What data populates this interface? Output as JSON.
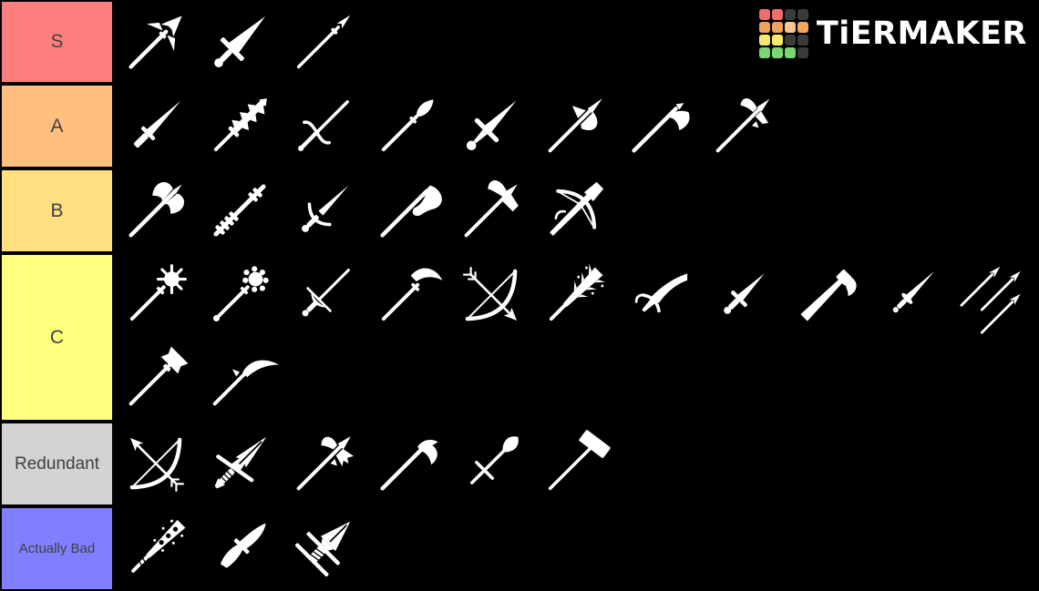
{
  "page": {
    "background": "#000000",
    "tile_color": "#000000",
    "icon_color": "#ffffff"
  },
  "logo": {
    "text": "TiERMAKER",
    "grid_colors": [
      [
        "#ee6d6d",
        "#ee6d6d",
        "#3b3b3b",
        "#3b3b3b"
      ],
      [
        "#f0a15d",
        "#f0a15d",
        "#f5c78f",
        "#f0a95f"
      ],
      [
        "#f6e96f",
        "#f6e96f",
        "#3b3b3b",
        "#3b3b3b"
      ],
      [
        "#79d871",
        "#79d871",
        "#79d871",
        "#3b3b3b"
      ]
    ]
  },
  "tiers": [
    {
      "label": "S",
      "color": "#FF7F7F",
      "items": [
        {
          "name": "winged-spear",
          "icon": "winged_spear"
        },
        {
          "name": "broadsword",
          "icon": "broadsword"
        },
        {
          "name": "pike",
          "icon": "pike"
        }
      ]
    },
    {
      "label": "A",
      "color": "#FFBF7F",
      "items": [
        {
          "name": "katana",
          "icon": "katana"
        },
        {
          "name": "serrated-sword",
          "icon": "serrated_sword"
        },
        {
          "name": "estoc",
          "icon": "estoc"
        },
        {
          "name": "leaf-spear",
          "icon": "leaf_spear"
        },
        {
          "name": "arming-sword",
          "icon": "arming_sword"
        },
        {
          "name": "halberd",
          "icon": "halberd"
        },
        {
          "name": "battle-axe",
          "icon": "battle_axe"
        },
        {
          "name": "horsemans-pick",
          "icon": "horsemans_pick"
        }
      ]
    },
    {
      "label": "B",
      "color": "#FFDF80",
      "items": [
        {
          "name": "double-axe",
          "icon": "double_axe"
        },
        {
          "name": "quarterstaff",
          "icon": "quarterstaff"
        },
        {
          "name": "parrying-dagger",
          "icon": "parrying_dagger"
        },
        {
          "name": "dane-axe",
          "icon": "dane_axe"
        },
        {
          "name": "war-pick",
          "icon": "war_pick"
        },
        {
          "name": "crossbow",
          "icon": "crossbow"
        }
      ]
    },
    {
      "label": "C",
      "color": "#FFFF7F",
      "items": [
        {
          "name": "morning-star-mace",
          "icon": "spiked_mace"
        },
        {
          "name": "flanged-mace",
          "icon": "flanged_mace"
        },
        {
          "name": "rapier",
          "icon": "rapier"
        },
        {
          "name": "crescent-glaive",
          "icon": "crescent_glaive"
        },
        {
          "name": "longbow-and-arrow",
          "icon": "bow_right"
        },
        {
          "name": "spiked-club",
          "icon": "spiked_club"
        },
        {
          "name": "sabre",
          "icon": "sabre"
        },
        {
          "name": "gladius",
          "icon": "gladius"
        },
        {
          "name": "hatchet",
          "icon": "hatchet"
        },
        {
          "name": "stiletto",
          "icon": "stiletto"
        },
        {
          "name": "javelins",
          "icon": "javelins"
        },
        {
          "name": "maul",
          "icon": "maul"
        },
        {
          "name": "war-scythe",
          "icon": "war_scythe"
        }
      ]
    },
    {
      "label": "Redundant",
      "color": "#D3D3D3",
      "items": [
        {
          "name": "recurve-bow",
          "icon": "bow_left"
        },
        {
          "name": "greatsword",
          "icon": "greatsword"
        },
        {
          "name": "bec-de-corbin",
          "icon": "bec_de_corbin"
        },
        {
          "name": "tomahawk",
          "icon": "tomahawk"
        },
        {
          "name": "shovel",
          "icon": "shovel"
        },
        {
          "name": "sledgehammer",
          "icon": "sledgehammer"
        }
      ]
    },
    {
      "label": "Actually Bad",
      "color": "#7F7FFF",
      "items": [
        {
          "name": "nail-club",
          "icon": "nail_club"
        },
        {
          "name": "combat-knife",
          "icon": "combat_knife"
        },
        {
          "name": "katar",
          "icon": "katar"
        }
      ]
    }
  ]
}
